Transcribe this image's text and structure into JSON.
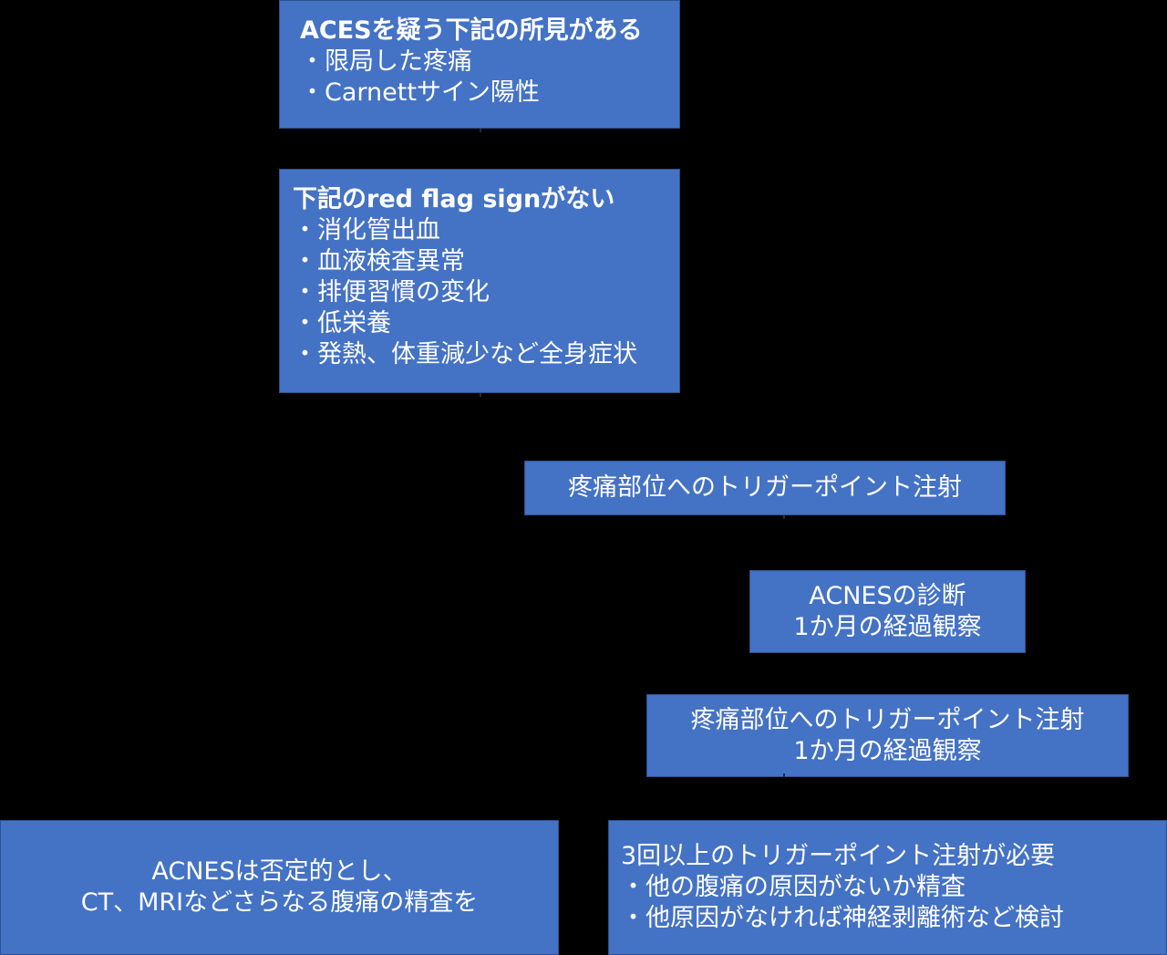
{
  "colors": {
    "background": "#000000",
    "box_fill": "#4472C4",
    "box_border": "#2F528F",
    "text": "#FFFFFF",
    "connector": "#2a2a2a"
  },
  "boxes": {
    "aces_findings": {
      "title": "ACESを疑う下記の所見がある",
      "items": [
        "・限局した疼痛",
        "・Carnettサイン陽性"
      ]
    },
    "red_flags": {
      "title": "下記のred flag signがない",
      "items": [
        "・消化管出血",
        "・血液検査異常",
        "・排便習慣の変化",
        "・低栄養",
        "・発熱、体重減少など全身症状"
      ]
    },
    "trigger_point_injection": {
      "lines": [
        "疼痛部位へのトリガーポイント注射"
      ]
    },
    "acnes_diagnosis": {
      "lines": [
        "ACNESの診断",
        "1か月の経過観察"
      ]
    },
    "repeat_injection": {
      "lines": [
        "疼痛部位へのトリガーポイント注射",
        "1か月の経過観察"
      ]
    },
    "acnes_negative": {
      "lines": [
        "ACNESは否定的とし、",
        "CT、MRIなどさらなる腹痛の精査を"
      ]
    },
    "three_or_more_injections": {
      "lines": [
        "3回以上のトリガーポイント注射が必要",
        "・他の腹痛の原因がないか精査",
        "・他原因がなければ神経剥離術など検討"
      ]
    }
  }
}
